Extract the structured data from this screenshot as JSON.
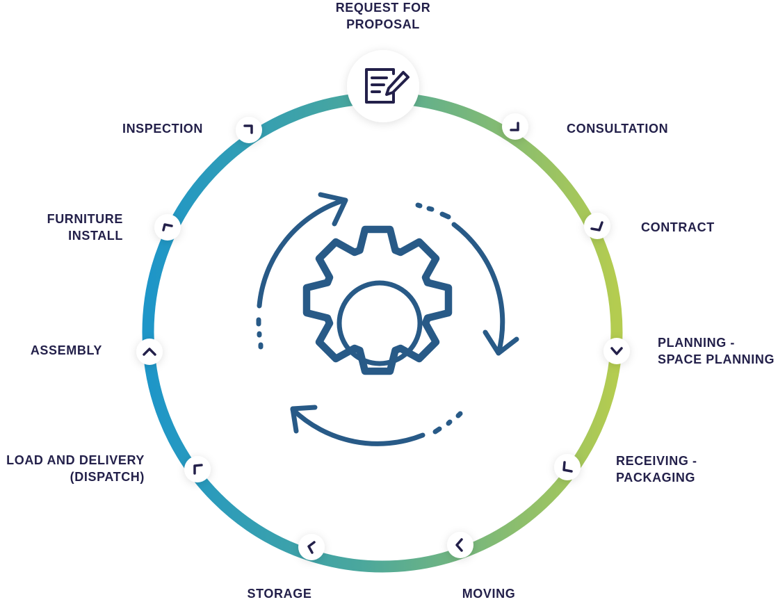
{
  "diagram": {
    "start_step": [
      "REQUEST FOR",
      "PROPOSAL"
    ],
    "steps": {
      "consultation": [
        "CONSULTATION"
      ],
      "contract": [
        "CONTRACT"
      ],
      "planning": [
        "PLANNING -",
        "SPACE PLANNING"
      ],
      "receiving": [
        "RECEIVING -",
        "PACKAGING"
      ],
      "moving": [
        "MOVING"
      ],
      "storage": [
        "STORAGE"
      ],
      "load_delivery": [
        "LOAD AND DELIVERY",
        "(DISPATCH)"
      ],
      "assembly": [
        "ASSEMBLY"
      ],
      "furniture_install": [
        "FURNITURE",
        "INSTALL"
      ],
      "inspection": [
        "INSPECTION"
      ]
    },
    "icons": {
      "start": "document-pen-icon",
      "node": "chevron-icon",
      "center": "gear-cycle-icon"
    },
    "colors": {
      "ring_blue": "#1e96c8",
      "ring_teal": "#4aa79d",
      "ring_green": "#b4cc50",
      "text": "#23204a",
      "icon": "#285a87"
    }
  }
}
